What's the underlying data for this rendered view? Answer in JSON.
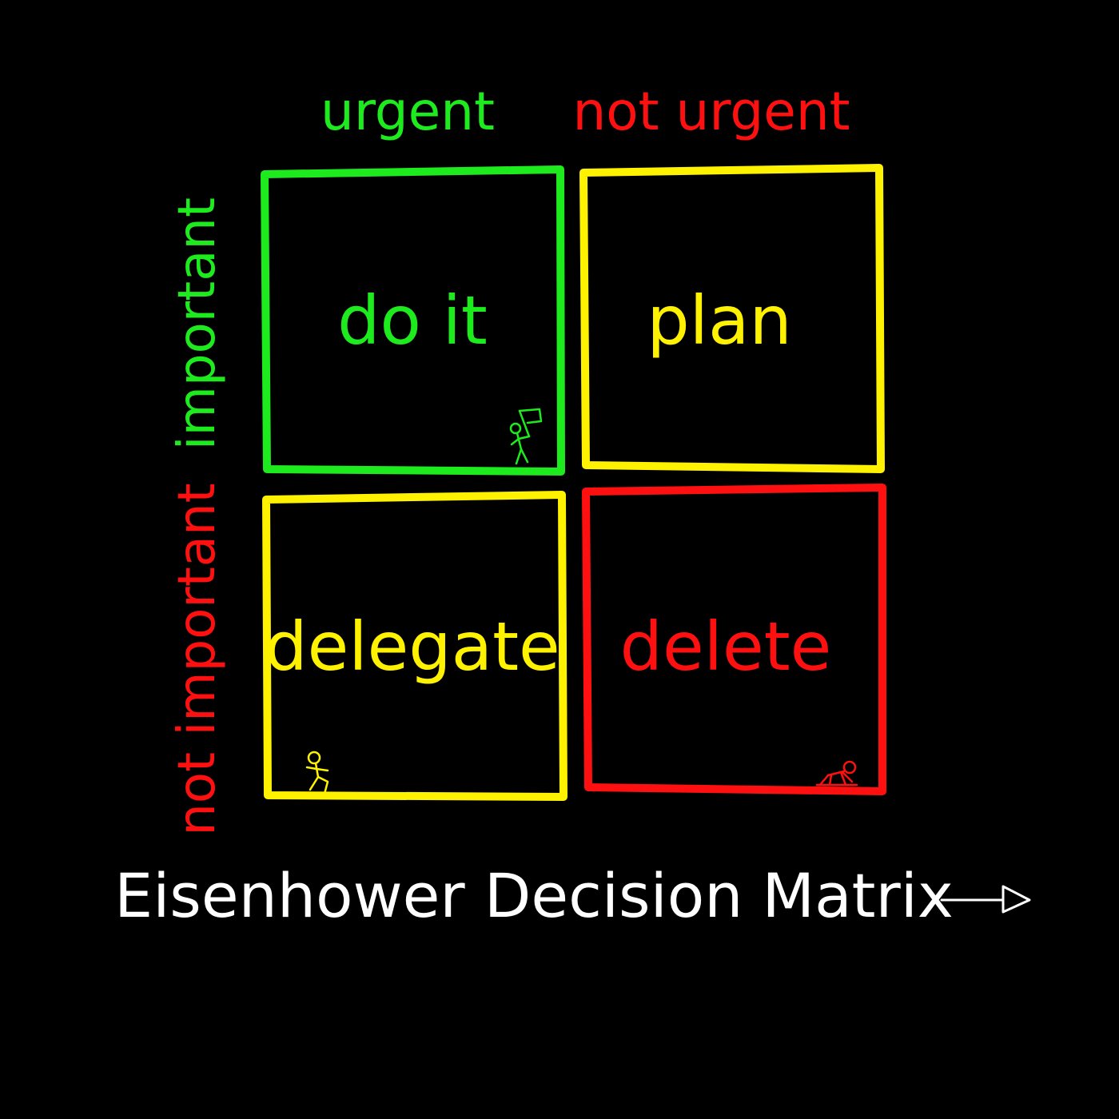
{
  "columns": {
    "urgent": "urgent",
    "not_urgent": "not urgent"
  },
  "rows": {
    "important": "important",
    "not_important": "not important"
  },
  "quadrants": {
    "top_left": "do it",
    "top_right": "plan",
    "bottom_left": "delegate",
    "bottom_right": "delete"
  },
  "caption": "Eisenhower Decision Matrix",
  "colors": {
    "background": "#000000",
    "green": "#1EEB1E",
    "yellow": "#FFF200",
    "red": "#FF1010",
    "white": "#FFFFFF"
  },
  "icons": {
    "top_left": "stick-figure-with-flag-icon",
    "bottom_left": "running-stick-figure-icon",
    "bottom_right": "crawling-stick-figure-icon",
    "caption": "arrow-right-icon"
  }
}
